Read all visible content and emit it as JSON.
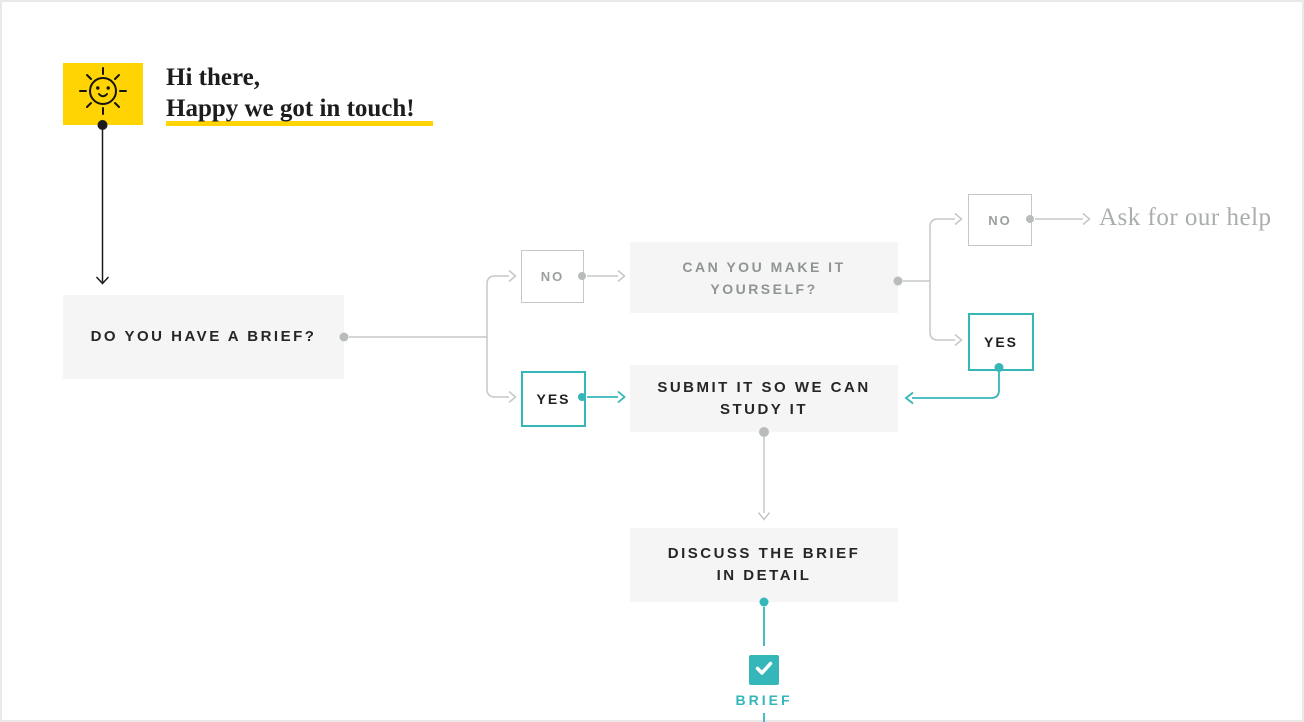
{
  "colors": {
    "accent_teal": "#35b6b9",
    "accent_yellow": "#ffd402",
    "connector_gray": "#c5c8c8",
    "node_background": "#f5f5f5",
    "dark_text": "#262626",
    "gray_text": "#8f9494",
    "page_border": "#e9e9e9"
  },
  "greeting": {
    "line1": "Hi there,",
    "line2": "Happy we got in touch!",
    "icon": "smiling-sun-icon"
  },
  "flow": {
    "start": {
      "label": "DO YOU HAVE A BRIEF?"
    },
    "branch_no": {
      "label": "NO"
    },
    "branch_yes": {
      "label": "YES"
    },
    "can_make": {
      "line1": "CAN YOU MAKE IT",
      "line2": "YOURSELF?"
    },
    "can_make_no": {
      "label": "NO"
    },
    "can_make_yes": {
      "label": "YES"
    },
    "ask_help": {
      "label": "Ask for our help"
    },
    "submit": {
      "line1": "SUBMIT IT SO WE CAN",
      "line2": "STUDY IT"
    },
    "discuss": {
      "line1": "DISCUSS THE BRIEF",
      "line2": "IN DETAIL"
    },
    "brief": {
      "label": "BRIEF",
      "icon": "checkmark-icon"
    }
  }
}
